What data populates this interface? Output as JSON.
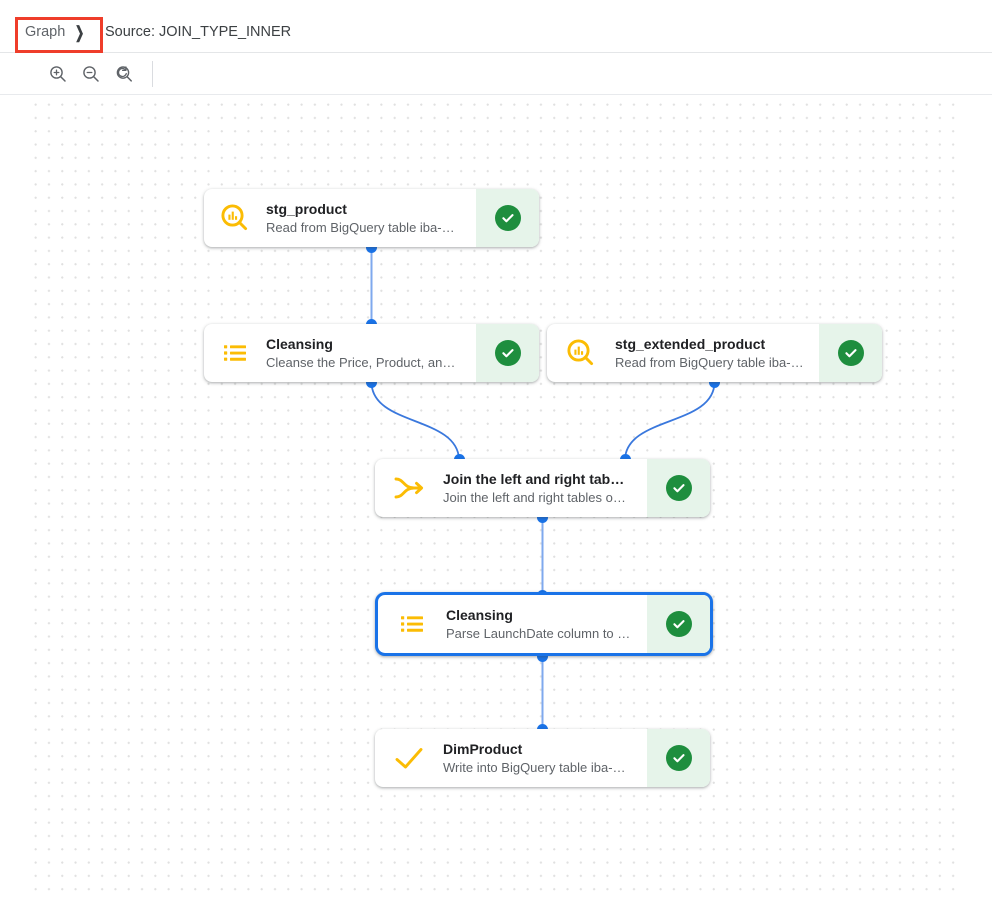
{
  "header": {
    "breadcrumb_label": "Graph",
    "breadcrumb_chevron": "chevron-right-icon",
    "source_label": "Source: JOIN_TYPE_INNER",
    "annotation_color": "#ef3d2a"
  },
  "toolbar": {
    "zoom_in_name": "zoom-in-icon",
    "zoom_out_name": "zoom-out-icon",
    "zoom_fit_name": "zoom-reset-icon"
  },
  "theme": {
    "accent_blue": "#1a73e8",
    "edge_blue": "#7fa9ee",
    "icon_yellow": "#fbbc04",
    "status_green": "#1e8e3e",
    "status_bg": "#e6f4ea",
    "canvas_dot": "#e0e0e0"
  },
  "graph": {
    "nodes": [
      {
        "id": "stg_product",
        "title": "stg_product",
        "subtitle": "Read from BigQuery table iba-…",
        "icon": "bigquery-search-icon",
        "status": "success",
        "selected": false
      },
      {
        "id": "cleansing_1",
        "title": "Cleansing",
        "subtitle": "Cleanse the Price, Product, an…",
        "icon": "list-icon",
        "status": "success",
        "selected": false
      },
      {
        "id": "stg_extended_product",
        "title": "stg_extended_product",
        "subtitle": "Read from BigQuery table iba-…",
        "icon": "bigquery-search-icon",
        "status": "success",
        "selected": false
      },
      {
        "id": "join",
        "title": "Join the left and right tab…",
        "subtitle": "Join the left and right tables o…",
        "icon": "join-merge-icon",
        "status": "success",
        "selected": false
      },
      {
        "id": "cleansing_2",
        "title": "Cleansing",
        "subtitle": "Parse LaunchDate column to …",
        "icon": "list-icon",
        "status": "success",
        "selected": true
      },
      {
        "id": "dim_product",
        "title": "DimProduct",
        "subtitle": "Write into BigQuery table iba-…",
        "icon": "checkmark-icon",
        "status": "success",
        "selected": false
      }
    ],
    "edges": [
      {
        "from": "stg_product",
        "to": "cleansing_1"
      },
      {
        "from": "cleansing_1",
        "to": "join"
      },
      {
        "from": "stg_extended_product",
        "to": "join"
      },
      {
        "from": "join",
        "to": "cleansing_2"
      },
      {
        "from": "cleansing_2",
        "to": "dim_product"
      }
    ]
  }
}
